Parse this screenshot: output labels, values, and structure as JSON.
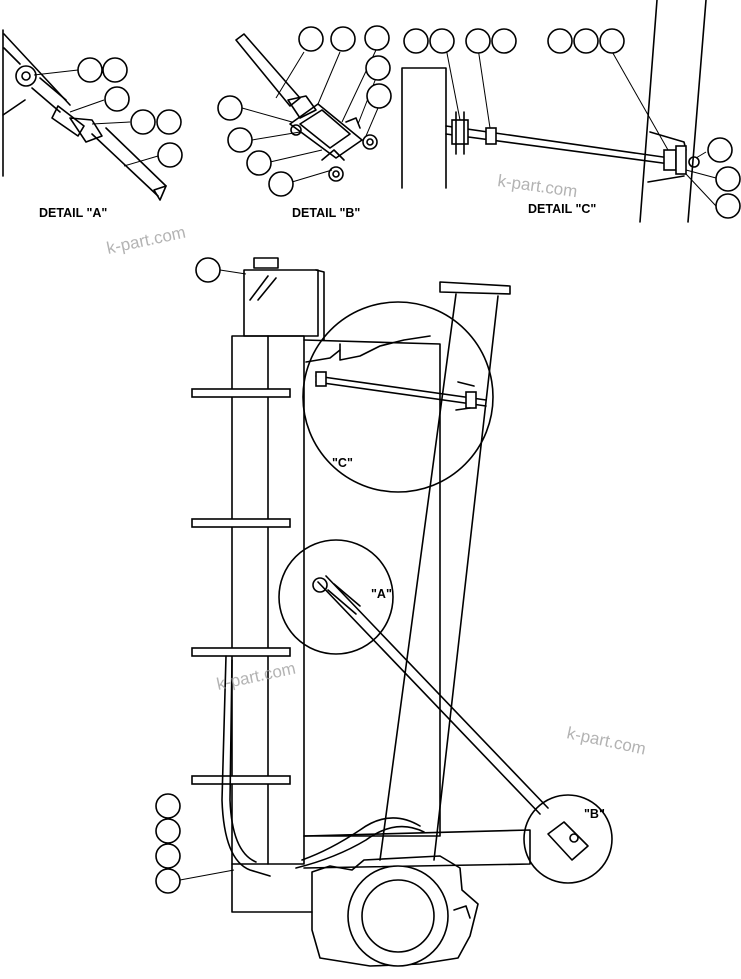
{
  "labels": {
    "detail_a": "DETAIL \"A\"",
    "detail_b": "DETAIL \"B\"",
    "detail_c": "DETAIL \"C\"",
    "callout_a": "\"A\"",
    "callout_b": "\"B\"",
    "callout_c": "\"C\""
  },
  "watermark": "k-part.com"
}
